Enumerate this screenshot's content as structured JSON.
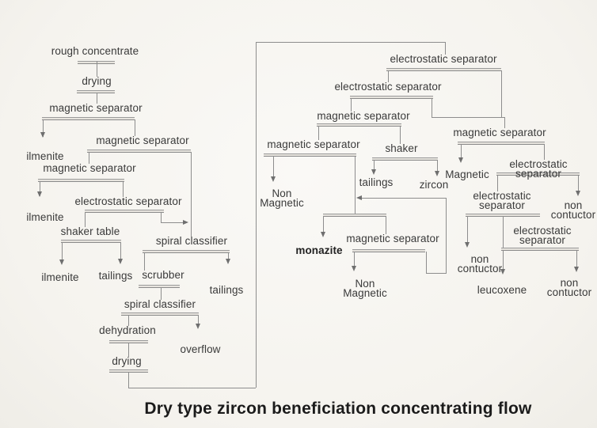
{
  "title": "Dry type zircon beneficiation concentrating flow",
  "colors": {
    "line": "#8d8d8d",
    "text": "#3a3a3a",
    "background": "#f7f5f1"
  },
  "nodes": {
    "rough_concentrate": "rough concentrate",
    "drying_1": "drying",
    "magnetic_separator_1": "magnetic separator",
    "ilmenite_1": "ilmenite",
    "magnetic_separator_2": "magnetic separator",
    "magnetic_separator_3": "magnetic separator",
    "ilmenite_2": "ilmenite",
    "electrostatic_separator_l": "electrostatic separator",
    "shaker_table": "shaker table",
    "ilmenite_3": "ilmenite",
    "tailings_1": "tailings",
    "spiral_classifier_1": "spiral classifier",
    "scrubber": "scrubber",
    "tailings_2": "tailings",
    "spiral_classifier_2": "spiral classifier",
    "dehydration": "dehydration",
    "overflow": "overflow",
    "drying_2": "drying",
    "electrostatic_separator_r1": "electrostatic separator",
    "electrostatic_separator_r2": "electrostatic separator",
    "magnetic_separator_r3": "magnetic separator",
    "magnetic_separator_r4": "magnetic separator",
    "magnetic_separator_r5": "magnetic separator",
    "shaker": "shaker",
    "non_magnetic_1": "Non\nMagnetic",
    "tailings_3": "tailings",
    "zircon": "zircon",
    "magnetic": "Magnetic",
    "monazite": "monazite",
    "magnetic_separator_m": "magnetic separator",
    "non_magnetic_2": "Non\nMagnetic",
    "electrostatic_separator_r6": "electrostatic separator",
    "electrostatic_separator_r7": "electrostatic\nseparator",
    "non_contuctor_1": "non\ncontuctor",
    "non_contuctor_2": "non\ncontuctor",
    "electrostatic_separator_r8": "electrostatic\nseparator",
    "leucoxene": "leucoxene",
    "non_contuctor_3": "non\ncontuctor"
  }
}
